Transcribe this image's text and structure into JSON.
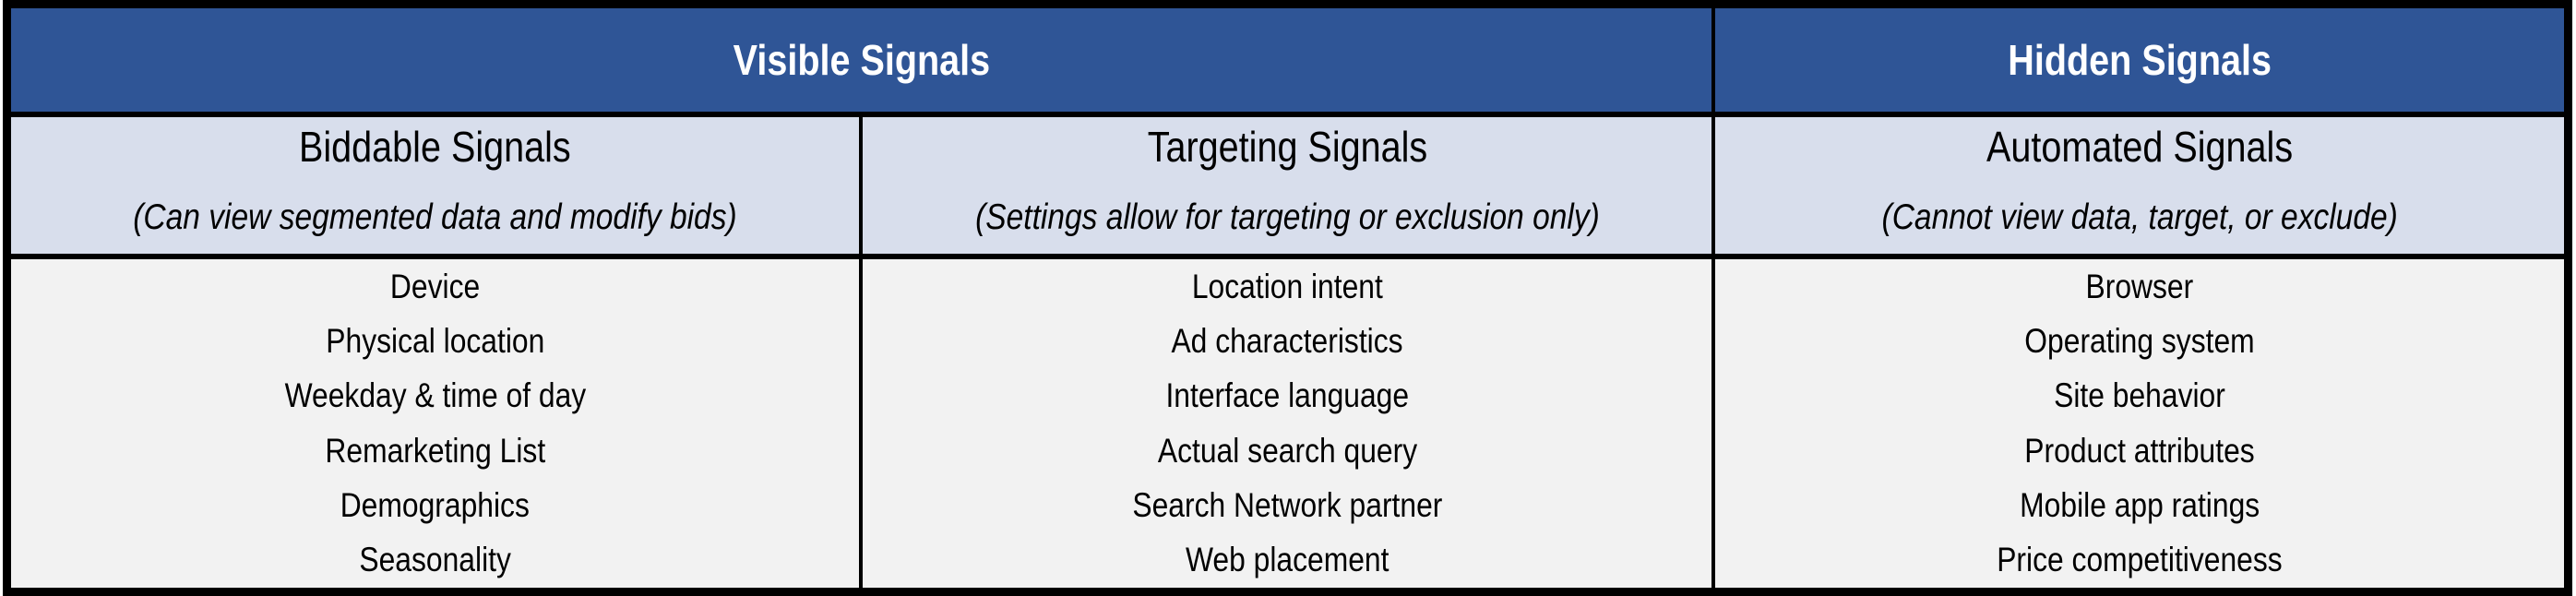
{
  "table": {
    "groups": [
      {
        "label": "Visible Signals"
      },
      {
        "label": "Hidden Signals"
      }
    ],
    "columns": [
      {
        "title": "Biddable Signals",
        "caption": "(Can view segmented data and modify bids)",
        "items": [
          "Device",
          "Physical location",
          "Weekday & time of day",
          "Remarketing List",
          "Demographics",
          "Seasonality"
        ]
      },
      {
        "title": "Targeting Signals",
        "caption": "(Settings allow for targeting or exclusion only)",
        "items": [
          "Location intent",
          "Ad characteristics",
          "Interface language",
          "Actual search query",
          "Search Network partner",
          "Web placement"
        ]
      },
      {
        "title": "Automated Signals",
        "caption": "(Cannot view data, target, or exclude)",
        "items": [
          "Browser",
          "Operating system",
          "Site behavior",
          "Product attributes",
          "Mobile app ratings",
          "Price competitiveness"
        ]
      }
    ],
    "colors": {
      "header_bg": "#2f5596",
      "header_text": "#ffffff",
      "subheader_bg": "#d8deec",
      "body_bg": "#f2f2f2",
      "border": "#000000"
    }
  }
}
